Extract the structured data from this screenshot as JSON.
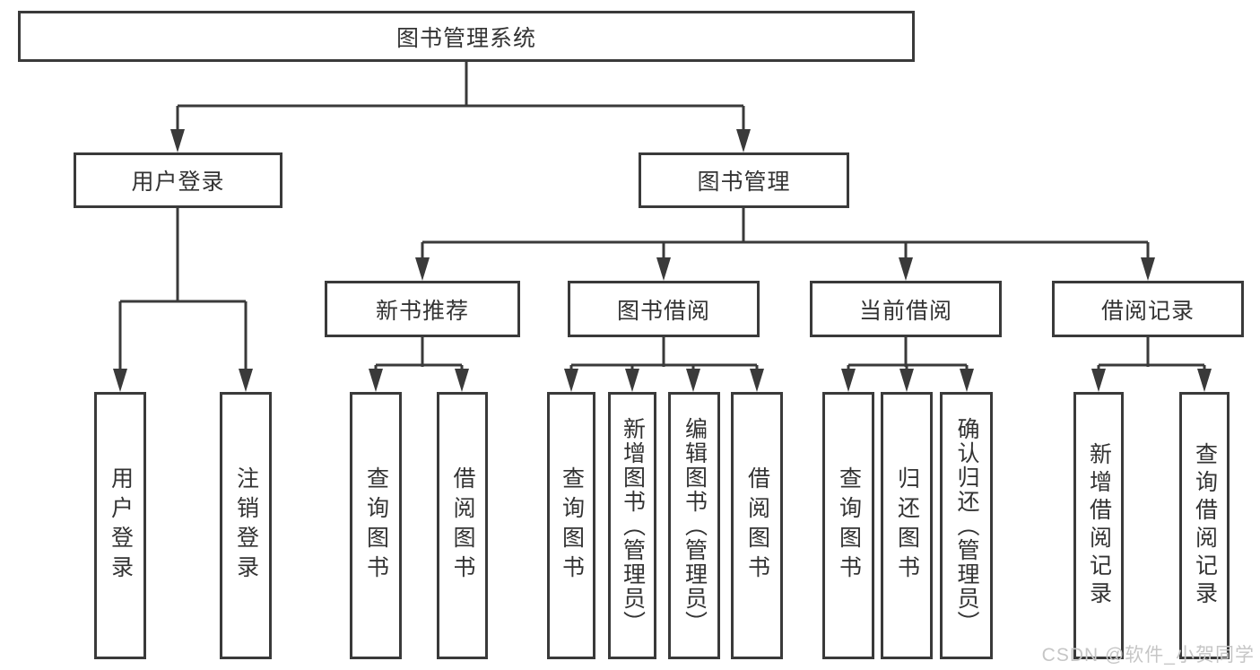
{
  "tree": {
    "root": "图书管理系统",
    "branches": [
      {
        "label": "用户登录",
        "children": [
          "用户登录",
          "注销登录"
        ]
      },
      {
        "label": "图书管理",
        "sections": [
          {
            "label": "新书推荐",
            "children": [
              "查询图书",
              "借阅图书"
            ]
          },
          {
            "label": "图书借阅",
            "children": [
              "查询图书",
              "新增图书（管理员）",
              "编辑图书（管理员）",
              "借阅图书"
            ]
          },
          {
            "label": "当前借阅",
            "children": [
              "查询图书",
              "归还图书",
              "确认归还（管理员）"
            ]
          },
          {
            "label": "借阅记录",
            "children": [
              "新增借阅记录",
              "查询借阅记录"
            ]
          }
        ]
      }
    ]
  },
  "watermark": "CSDN @软件_小贺同学",
  "colors": {
    "line": "#3a3a3a",
    "text": "#333333",
    "watermark": "#c6c6c6",
    "background": "#ffffff"
  }
}
